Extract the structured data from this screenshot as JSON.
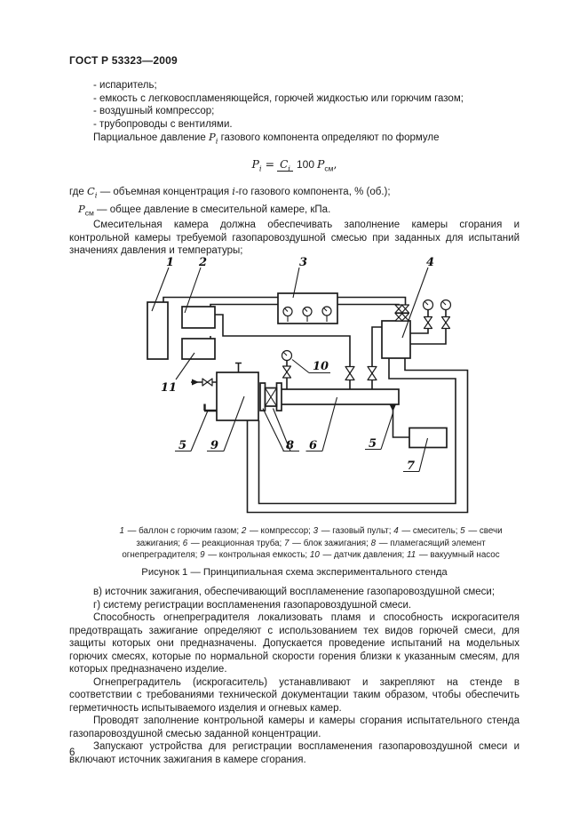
{
  "page": {
    "header": "ГОСТ Р 53323—2009",
    "number": "6"
  },
  "intro": {
    "items": [
      "- испаритель;",
      "- емкость с легковоспламеняющейся, горючей жидкостью или горючим газом;",
      "- воздушный компрессор;",
      "- трубопроводы с вентилями."
    ],
    "partial": {
      "pre": "Парциальное давление ",
      "var": "P",
      "sub": "i",
      "post": " газового компонента определяют по формуле"
    }
  },
  "formula": {
    "lhs_var": "P",
    "lhs_sub": "i",
    "equals": " = ",
    "num_var": "C",
    "num_sub": "i",
    "den": "100",
    "rhs_var": "P",
    "rhs_sub": "см",
    "comma": ","
  },
  "where": {
    "line1": {
      "pre": "где ",
      "var": "C",
      "sub": "i",
      "mid": " — объемная концентрация ",
      "ital": "i",
      "post": "-го газового компонента, % (об.);"
    },
    "line2": {
      "var": "P",
      "sub": "см",
      "post": " — общее давление в смесительной камере, кПа."
    }
  },
  "mixing_para": "Смесительная камера должна обеспечивать заполнение камеры сгорания и контрольной камеры требуемой газопаровоздушной смесью при заданных для испытаний значениях давления и температуры;",
  "figure": {
    "labels": [
      "1",
      "2",
      "3",
      "4",
      "5",
      "6",
      "7",
      "8",
      "9",
      "10",
      "11"
    ],
    "caption_lines": [
      [
        {
          "n": "1",
          "t": " — баллон с горючим газом; "
        },
        {
          "n": "2",
          "t": " — компрессор; "
        },
        {
          "n": "3",
          "t": " — газовый пульт; "
        },
        {
          "n": "4",
          "t": " — смеситель; "
        },
        {
          "n": "5",
          "t": " — свечи"
        }
      ],
      [
        {
          "n": "",
          "t": "зажигания; "
        },
        {
          "n": "6",
          "t": " — реакционная труба; "
        },
        {
          "n": "7",
          "t": " — блок зажигания; "
        },
        {
          "n": "8",
          "t": " — пламегасящий элемент"
        }
      ],
      [
        {
          "n": "",
          "t": "огнепреградителя; "
        },
        {
          "n": "9",
          "t": " — контрольная емкость; "
        },
        {
          "n": "10",
          "t": " — датчик давления; "
        },
        {
          "n": "11",
          "t": " — вакуумный насос"
        }
      ]
    ],
    "title": "Рисунок 1 — Принципиальная схема экспериментального стенда"
  },
  "body": {
    "items": [
      "в) источник зажигания, обеспечивающий воспламенение газопаровоздушной смеси;",
      "г) систему регистрации воспламенения газопаровоздушной смеси."
    ],
    "paras": [
      "Способность огнепреградителя локализовать пламя и способность искрогасителя предотвращать зажигание определяют с использованием тех видов горючей смеси, для защиты которых они предназначены. Допускается проведение испытаний на модельных горючих смесях, которые по нормальной скорости горения близки к указанным смесям, для которых предназначено изделие.",
      "Огнепреградитель (искрогаситель) устанавливают и закрепляют на стенде в соответствии с требованиями технической документации таким образом, чтобы обеспечить герметичность испытываемого изделия и огневых камер.",
      "Проводят заполнение контрольной камеры и камеры сгорания испытательного стенда газопаровоздушной смесью заданной концентрации.",
      "Запускают устройства для регистрации воспламенения газопаровоздушной смеси и включают источник зажигания в камере сгорания."
    ]
  }
}
